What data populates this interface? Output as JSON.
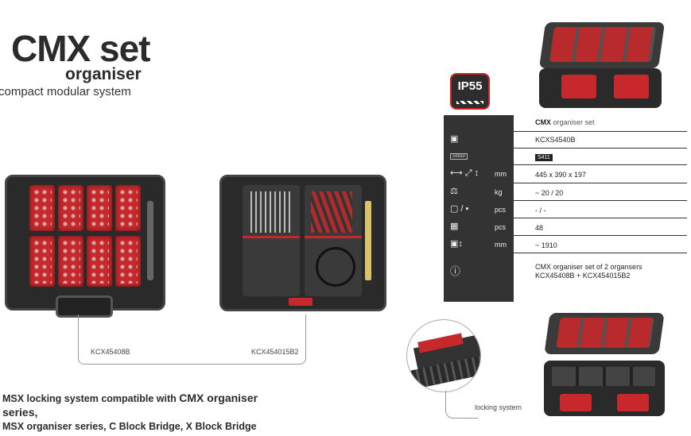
{
  "title": "CMX set",
  "subtitle": "organiser",
  "tagline": "compact modular system",
  "product_codes": [
    "KCX45408B",
    "KCX454015B2"
  ],
  "compat_line1_prefix": "MSX locking system compatible with ",
  "compat_line1_emph": "CMX organiser series,",
  "compat_line2": "MSX organiser series, C Block Bridge, X Block Bridge",
  "ip_badge": "IP55",
  "specs": {
    "name_bold": "CMX",
    "name_rest": " organiser set",
    "code": "KCXS4540B",
    "colour_label": "colour",
    "colour_value": "S411",
    "dimensions_unit": "mm",
    "dimensions": "445 x 390 x 197",
    "weight_unit": "kg",
    "weight": "~ 20 / 20",
    "capacity_unit": "pcs",
    "capacity": "- / -",
    "pallet_unit": "pcs",
    "pallet": "48",
    "height_unit": "mm",
    "height": "~ 1910",
    "info_line1": "CMX organiser set of 2 organsers",
    "info_line2": "KCX45408B + KCX454015B2"
  },
  "locking_label": "locking system",
  "colors": {
    "accent": "#c6282b",
    "dark": "#333333"
  }
}
